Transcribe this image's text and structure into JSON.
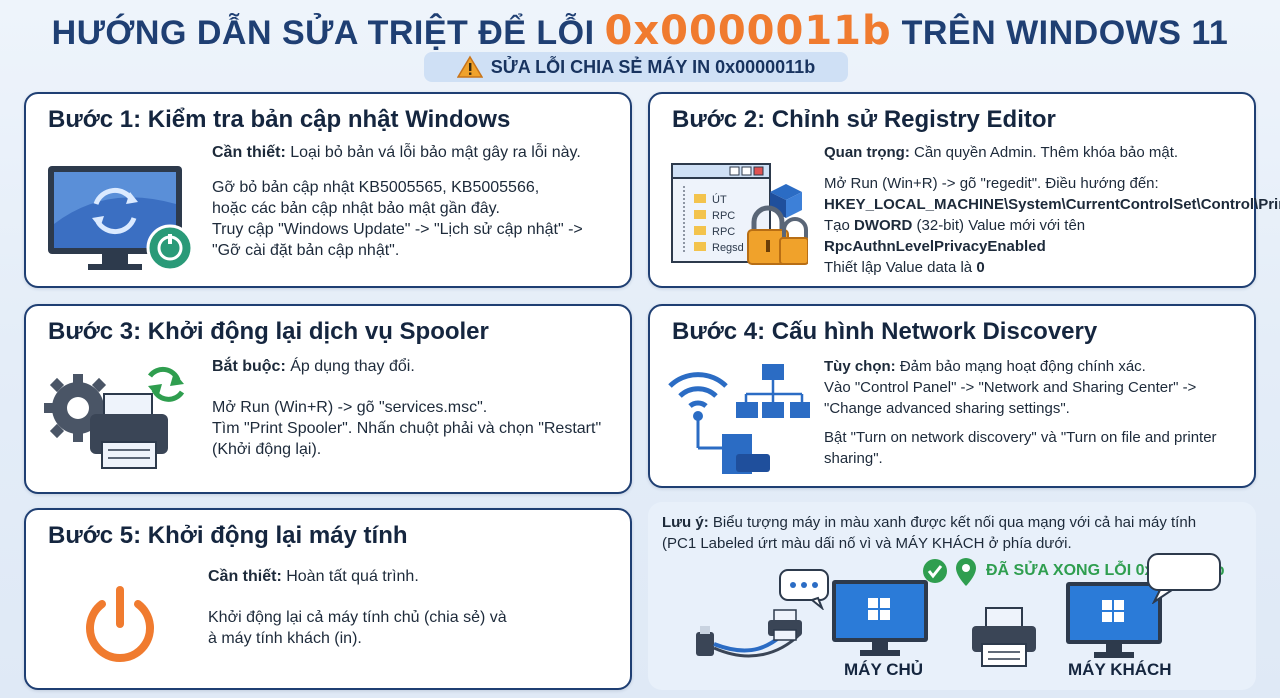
{
  "header": {
    "title_before": "HƯỚNG DẪN SỬA TRIỆT ĐỂ LỖI",
    "title_code": "0x0000011b",
    "title_after": "TRÊN WINDOWS 11",
    "subtitle": "SỬA LỖI CHIA SẺ MÁY IN 0x0000011b"
  },
  "step1": {
    "title": "Bước 1: Kiểm tra bản cập nhật Windows",
    "lead_bold": "Cần thiết:",
    "lead_text": " Loại bỏ bản vá lỗi bảo mật gây ra lỗi này.",
    "lines": [
      "Gỡ bỏ bản cập nhật KB5005565, KB5005566,",
      "hoặc các bản cập nhật bảo mật gần đây.",
      "Truy cập \"Windows Update\" -> \"Lịch sử cập nhật\" ->",
      "\"Gỡ cài đặt bản cập nhật\"."
    ]
  },
  "step2": {
    "title": "Bước 2: Chỉnh sử Registry Editor",
    "lead_bold": "Quan trọng:",
    "lead_text": " Cần quyền Admin. Thêm khóa bảo mật.",
    "line1": "Mở Run (Win+R) -> gõ \"regedit\". Điều hướng đến:",
    "path": "HKEY_LOCAL_MACHINE\\System\\CurrentControlSet\\Control\\Print",
    "line3_a": "Tạo ",
    "line3_b": "DWORD",
    "line3_c": " (32-bit) Value mới với tên ",
    "line3_d": "RpcAuthnLevelPrivacyEnabled",
    "line4_a": "Thiết lập Value data là ",
    "line4_b": "0",
    "tree": [
      "ÚT",
      "RPC",
      "RPC",
      "Regsd"
    ]
  },
  "step3": {
    "title": "Bước 3: Khởi động lại dịch vụ Spooler",
    "lead_bold": "Bắt buộc:",
    "lead_text": " Áp dụng thay đổi.",
    "lines": [
      "Mở Run (Win+R) -> gõ \"services.msc\".",
      "Tìm \"Print Spooler\". Nhấn chuột phải và chọn \"Restart\"",
      "(Khởi động lại)."
    ]
  },
  "step4": {
    "title": "Bước 4: Cấu hình Network Discovery",
    "lead_bold": "Tùy chọn:",
    "lead_text": " Đảm bảo mạng hoạt động chính xác.",
    "lines_a": [
      "Vào \"Control Panel\" -> \"Network and Sharing Center\" ->",
      "\"Change advanced sharing settings\"."
    ],
    "lines_b": [
      "Bật \"Turn on network discovery\" và \"Turn on file and printer",
      "sharing\"."
    ]
  },
  "step5": {
    "title": "Bước 5: Khởi động lại máy tính",
    "lead_bold": "Cần thiết:",
    "lead_text": " Hoàn tất quá trình.",
    "lines": [
      "Khởi động lại cả máy tính chủ (chia sẻ) và",
      "à máy tính khách (in)."
    ]
  },
  "note": {
    "bold": "Lưu ý:",
    "line1": " Biểu tượng máy in màu xanh được kết nối qua mạng với cả hai máy tính",
    "line2": "(PC1 Labeled ứrt màu dấi nố vì và MÁY KHÁCH ở phía dưới.",
    "success": "ĐÃ SỬA XONG LỖI 0x0000011b",
    "host_label": "MÁY CHỦ",
    "client_label": "MÁY KHÁCH"
  },
  "colors": {
    "navy": "#1f3f73",
    "orange": "#f07b2f",
    "green": "#2f9e4f",
    "teal": "#2a9a78",
    "blue": "#2b6cc4"
  }
}
